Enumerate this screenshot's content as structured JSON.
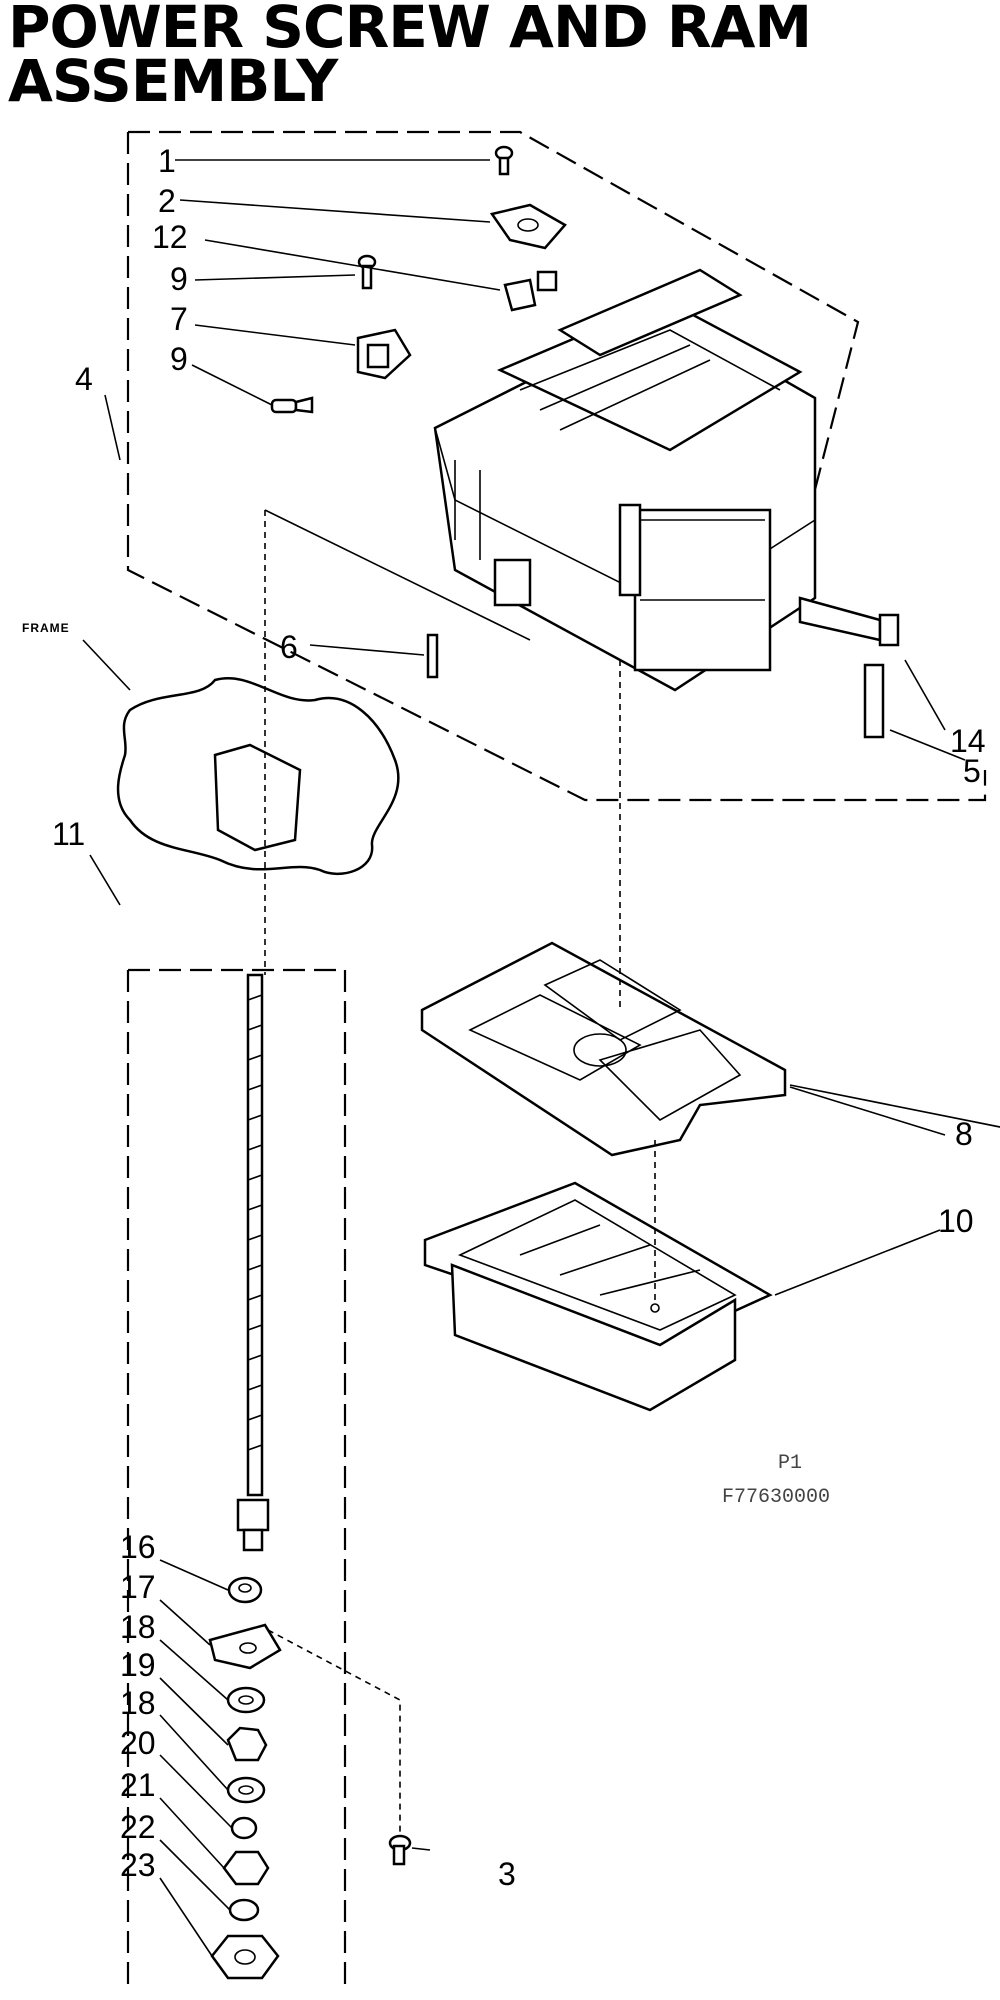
{
  "title_line1": "POWER SCREW AND RAM",
  "title_line2": "ASSEMBLY",
  "frame_label": "FRAME",
  "callouts": {
    "c1": "1",
    "c2": "2",
    "c12": "12",
    "c9a": "9",
    "c7": "7",
    "c9b": "9",
    "c4": "4",
    "c6": "6",
    "c14": "14",
    "c5": "5",
    "c11": "11",
    "c8": "8",
    "c10": "10",
    "c16": "16",
    "c17": "17",
    "c18a": "18",
    "c19": "19",
    "c18b": "18",
    "c20": "20",
    "c21": "21",
    "c22": "22",
    "c23": "23",
    "c3": "3"
  },
  "figure_code": {
    "line1": "P1",
    "line2": "F77630000"
  }
}
